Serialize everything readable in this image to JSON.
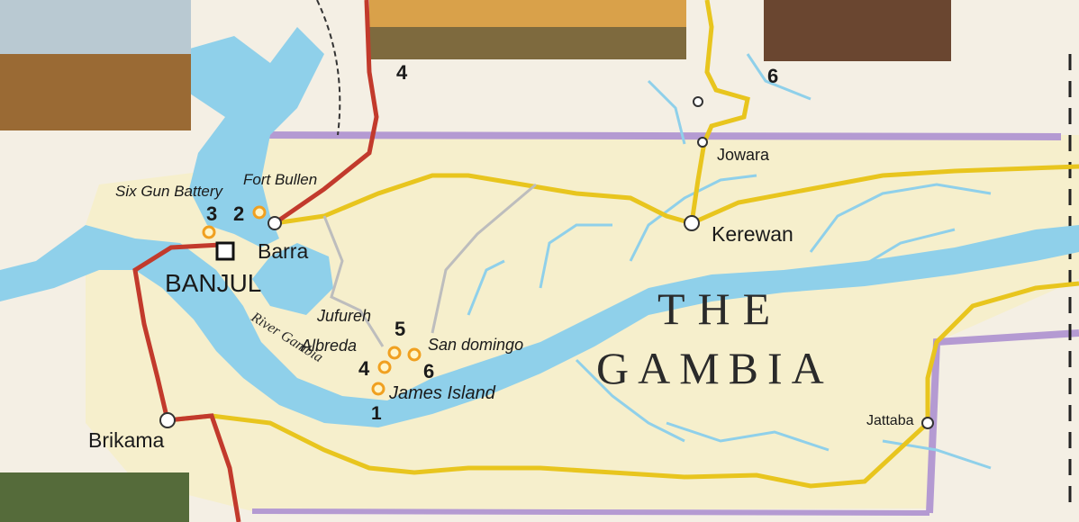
{
  "map": {
    "country_label_line1": "THE",
    "country_label_line2": "GAMBIA",
    "river_label": "River Gambia",
    "capital": {
      "label": "BANJUL",
      "symbol": "capital-square"
    },
    "towns": [
      {
        "label": "Barra"
      },
      {
        "label": "Kerewan"
      },
      {
        "label": "Jowara"
      },
      {
        "label": "Brikama"
      },
      {
        "label": "Jattaba"
      }
    ],
    "sites": [
      {
        "number": "1",
        "label": "James Island"
      },
      {
        "number": "2",
        "label": "Fort Bullen"
      },
      {
        "number": "3",
        "label": "Six Gun Battery"
      },
      {
        "number": "4",
        "label": "Albreda"
      },
      {
        "number": "5",
        "label": "Jufureh"
      },
      {
        "number": "6",
        "label": "San domingo"
      }
    ],
    "photo_captions": [
      "4",
      "6"
    ],
    "colors": {
      "land": "#f6efcc",
      "outside_land": "#f4efe4",
      "water": "#8fd0ea",
      "border": "#b49ad2",
      "main_road": "#e8c51e",
      "secondary_road": "#c23a2c",
      "track": "#bdbdbd",
      "site_marker": "#f0a020"
    }
  }
}
